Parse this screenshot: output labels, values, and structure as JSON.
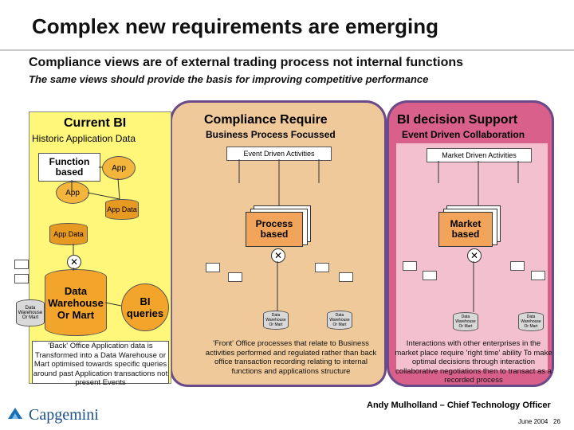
{
  "header": {
    "title": "Complex new requirements are emerging",
    "subtitle": "Compliance views are of external trading process not internal functions",
    "tagline": "The same views should provide the basis for improving competitive performance"
  },
  "current_bi": {
    "heading": "Current BI",
    "subheading": "Historic Application Data",
    "function_box": "Function based",
    "app1": "App",
    "app2": "App",
    "app_data1": "App Data",
    "app_data2": "App Data",
    "warehouse": "Data Warehouse Or Mart",
    "small_warehouse": "Data Warehouse Or Mart",
    "bi_queries": "BI queries",
    "note": "'Back' Office Application data is Transformed into a Data Warehouse or Mart optimised towards specific queries around past Application transactions not present Events"
  },
  "compliance": {
    "heading": "Compliance Require",
    "subheading": "Business Process Focussed",
    "event_box": "Event Driven Activities",
    "process_box": "Process based",
    "dw_left": "Data Warehouse Or Mart",
    "dw_right": "Data Warehouse Or Mart",
    "note": "'Front' Office processes that relate to Business activities performed and regulated rather than back office transaction recording relating to internal functions and applications structure"
  },
  "bi_support": {
    "heading": "BI decision Support",
    "subheading": "Event Driven Collaboration",
    "event_box": "Market Driven Activities",
    "market_box": "Market based",
    "dw_left": "Data Warehouse Or Mart",
    "dw_right": "Data Warehouse Or Mart",
    "note": "Interactions with other enterprises in the market place require 'right time' ability To make optimal decisions through interaction collaborative negotiations then to transact as a recorded process"
  },
  "footer": {
    "logo": "Capgemini",
    "author": "Andy Mulholland – Chief Technology Officer",
    "date": "June 2004",
    "page": "26"
  },
  "colors": {
    "yellow_panel": "#fff77a",
    "tan_panel": "#efc99a",
    "pink_panel": "#d9608a",
    "orange": "#f2a52a"
  }
}
